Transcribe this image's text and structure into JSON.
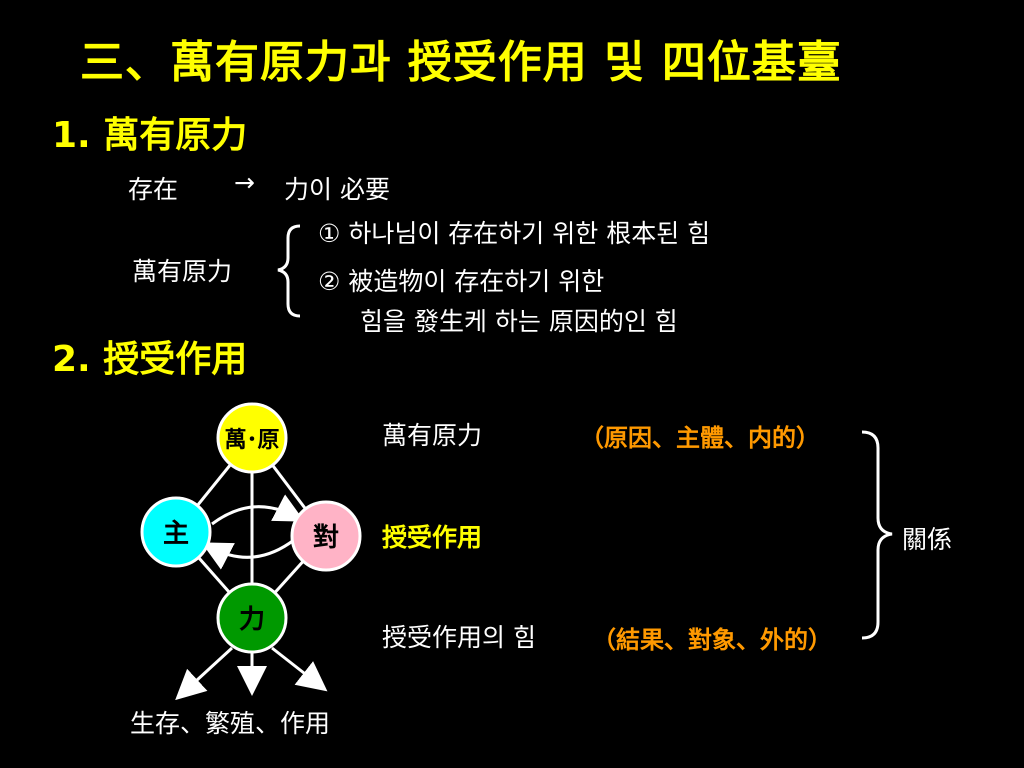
{
  "title": "三、萬有原力과 授受作用 및 四位基臺",
  "section1": {
    "heading": "1. 萬有原力",
    "line1_a": "存在",
    "line1_arrow": "→",
    "line1_b": "力이 必要",
    "label": "萬有原力",
    "item1": "① 하나님이 存在하기 위한 根本된 힘",
    "item2_a": "② 被造物이 存在하기 위한",
    "item2_b": "힘을 發生케  하는  原因的인 힘"
  },
  "section2": {
    "heading": "2. 授受作用",
    "nodes": {
      "top": "萬･原",
      "left": "主",
      "right": "對",
      "bottom": "力"
    },
    "result": "生存、繁殖、作用",
    "row1_label": "萬有原力",
    "row1_note": "（原因、主體、内的）",
    "row2_label": "授受作用",
    "row3_label": "授受作用의 힘",
    "row3_note": "（結果、對象、外的）",
    "relation": "關係"
  },
  "colors": {
    "background": "#000000",
    "title": "#ffff00",
    "note": "#ff9900",
    "node_top": "#ffff00",
    "node_left": "#00ffff",
    "node_right": "#ffb3c6",
    "node_bottom": "#009900"
  }
}
